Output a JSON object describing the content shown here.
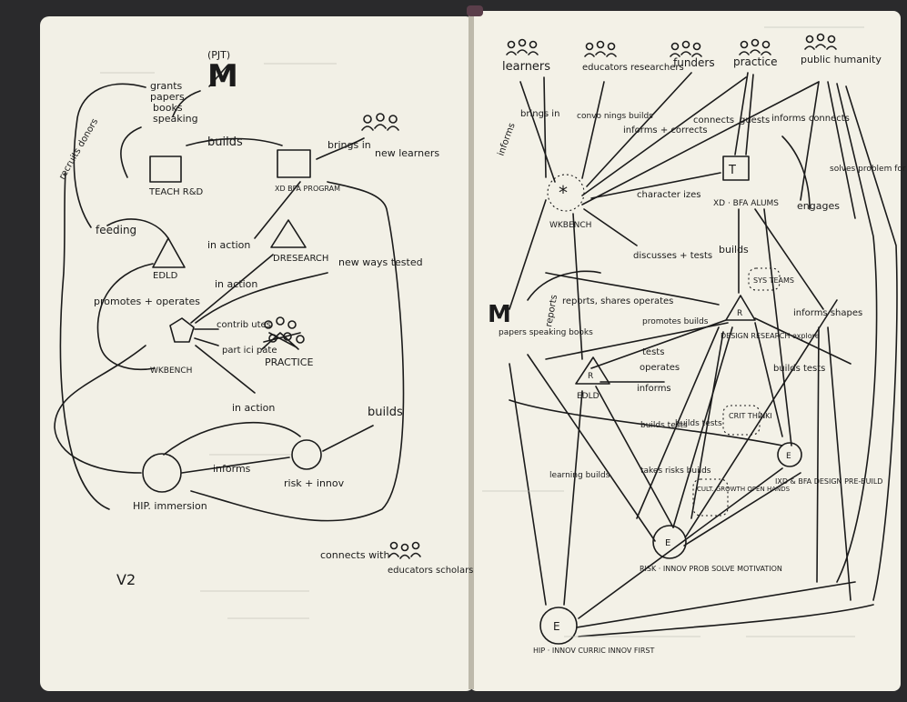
{
  "colors": {
    "paper": "#f2f0e6",
    "ink": "#1b1b1b",
    "cover": "#2a2a2c"
  },
  "left": {
    "top_label": "(PJT)",
    "mark_M": "M",
    "outputs_list": [
      "grants",
      "papers",
      "books",
      "speaking"
    ],
    "builds": "builds",
    "brings_in": "brings in",
    "new_learners": "new learners",
    "teach_rd": "TEACH R&D",
    "xd_bfa_program": "XD BFA PROGRAM",
    "feeding": "feeding",
    "edld": "EDLD",
    "in_action_1": "in action",
    "dresearch": "DRESEARCH",
    "new_ways_tested": "new ways tested",
    "in_action_2": "in action",
    "promotes_operates": "promotes + operates",
    "contributes": "contrib utes",
    "participates": "part ici pate",
    "practice": "PRACTICE",
    "wkbench": "WKBENCH",
    "in_action_3": "in action",
    "builds_lower": "builds",
    "informs": "informs",
    "hip_immersion": "HIP. immersion",
    "risk_innov": "risk + innov",
    "connects_with": "connects with",
    "educators_scholars": "educators scholars",
    "recruits_donors": "recruits donors",
    "version": "V2"
  },
  "right": {
    "audiences": [
      "learners",
      "educators researchers",
      "funders",
      "practice",
      "public humanity"
    ],
    "brings_in": "brings in",
    "informs": "informs",
    "convenes": "convo nings builds",
    "informs_corrects": "informs + corrects",
    "connects": "connects",
    "guests": "guests",
    "informs_connects": "informs connects",
    "wkbench": "WKBENCH",
    "characterizes": "character izes",
    "xd_bfa_alums": "XD · BFA ALUMS",
    "engages": "engages",
    "solves_problems": "solves problem for",
    "discusses_tests": "discusses + tests",
    "builds": "builds",
    "sys_teams": "SYS TEAMS",
    "papers_speaking": "papers speaking books",
    "reports_operates": "reports, shares operates",
    "reports": "reports",
    "promotes_builds": "promotes builds",
    "design_research": "DESIGN RESEARCH explore",
    "informs_shapes": "informs shapes",
    "tests": "tests",
    "operates": "operates",
    "builds_tests": "builds tests",
    "informs_lower": "informs",
    "edld": "EDLD",
    "crit_thinking": "CRIT THINKI",
    "builds_tests_2": "builds tests",
    "builds_tests_3": "builds tests",
    "learning_builds": "learning builds",
    "takes_risks": "takes risks builds",
    "cult_growth": "CULT. GROWTH OPEN HANDS",
    "ixd_bfa": "IXD & BFA DESIGN PRE-BUILD",
    "risk_innov": "RISK · INNOV PROB SOLVE MOTIVATION",
    "hip_innov": "HIP · INNOV CURRIC INNOV FIRST"
  }
}
